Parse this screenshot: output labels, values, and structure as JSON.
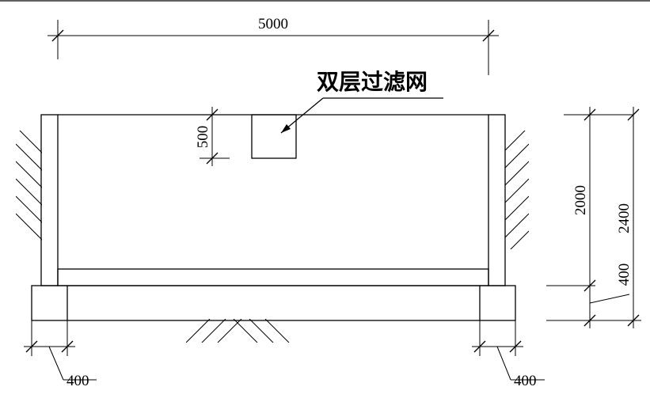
{
  "drawing": {
    "top_width_dim": "5000",
    "filter_label": "双层过滤网",
    "filter_height_dim": "500",
    "inner_depth_dim": "2000",
    "total_depth_dim": "2400",
    "slab_thickness_dim": "400",
    "left_footing_dim": "400",
    "right_footing_dim": "400"
  }
}
